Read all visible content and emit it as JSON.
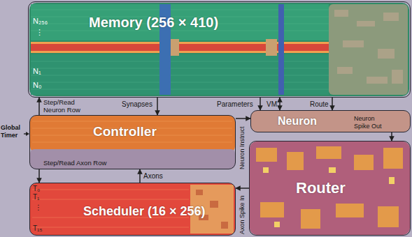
{
  "diagram": {
    "nodes": [
      {
        "text": [
          "Memory (256 × 410)"
        ]
      },
      {
        "text": [
          "Controller"
        ]
      },
      {
        "text": [
          "Neuron"
        ]
      },
      {
        "text": [
          "Router"
        ]
      },
      {
        "text": [
          "Scheduler (16 × 256)"
        ]
      }
    ],
    "edges": [
      {
        "from": 0,
        "to": 1,
        "label": "Synapses",
        "arrow": "to"
      },
      {
        "from": 0,
        "to": 2,
        "label": "Parameters",
        "arrow": "to"
      },
      {
        "from": 0,
        "to": 2,
        "label": "VM",
        "arrow": "both"
      },
      {
        "from": 0,
        "to": 2,
        "label": "Route",
        "arrow": "to"
      },
      {
        "from": 1,
        "to": 0,
        "label": "Step/Read Neuron Row",
        "arrow": "to"
      },
      {
        "from": 1,
        "to": 2,
        "label": "Neuron Instruct",
        "arrow": "to"
      },
      {
        "from": 2,
        "to": 3,
        "label": "Neuron Spike Out",
        "arrow": "to"
      },
      {
        "from": 1,
        "to": 4,
        "label": "Step/Read Axon Row",
        "arrow": "to"
      },
      {
        "from": 4,
        "to": 1,
        "label": "Axons",
        "arrow": "to"
      },
      {
        "from": 3,
        "to": 4,
        "label": "Axon Spike In",
        "arrow": "to"
      }
    ],
    "labels": [
      "N₂₅₆",
      "⋮",
      "N₁",
      "N₀",
      "T₀",
      "T₁",
      "⋮",
      "T₁₅",
      "Global Timer"
    ]
  }
}
